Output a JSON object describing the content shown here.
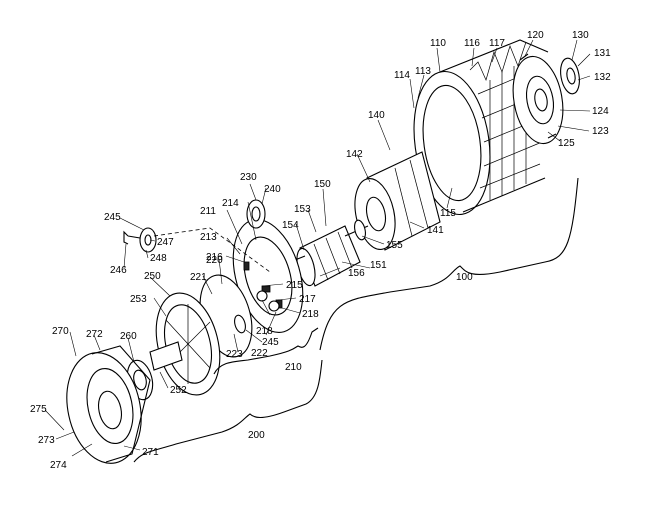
{
  "figure": {
    "labels": {
      "l100": "100",
      "l110": "110",
      "l113": "113",
      "l114": "114",
      "l115": "115",
      "l116": "116",
      "l117": "117",
      "l120": "120",
      "l123": "123",
      "l124": "124",
      "l125": "125",
      "l130": "130",
      "l131": "131",
      "l132": "132",
      "l140": "140",
      "l141": "141",
      "l142": "142",
      "l150": "150",
      "l151": "151",
      "l153": "153",
      "l154": "154",
      "l155": "155",
      "l156": "156",
      "l200": "200",
      "l210": "210",
      "l211": "211",
      "l213": "213",
      "l214": "214",
      "l215": "215",
      "l216": "216",
      "l217": "217",
      "l218": "218",
      "l218b": "218",
      "l220": "220",
      "l221": "221",
      "l222": "222",
      "l223": "223",
      "l230": "230",
      "l240": "240",
      "l245": "245",
      "l245b": "245",
      "l246": "246",
      "l247": "247",
      "l248": "248",
      "l250": "250",
      "l252": "252",
      "l253": "253",
      "l260": "260",
      "l270": "270",
      "l271": "271",
      "l272": "272",
      "l273": "273",
      "l274": "274",
      "l275": "275"
    }
  }
}
